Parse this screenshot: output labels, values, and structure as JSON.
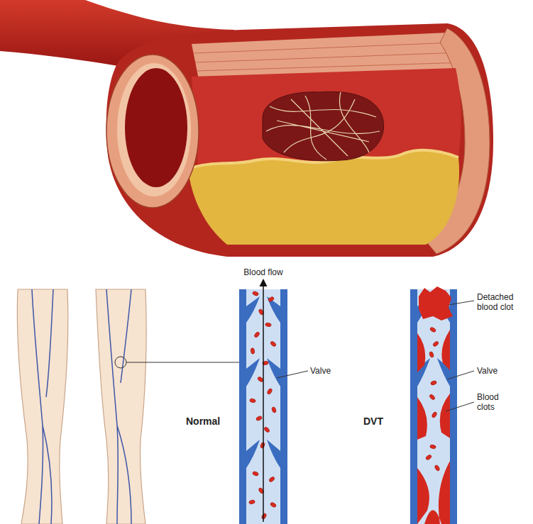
{
  "diagram": {
    "labels": [
      "Blood flow",
      "Valve",
      "Normal",
      "Detached blood clot",
      "Valve",
      "Blood clots",
      "DVT"
    ]
  }
}
